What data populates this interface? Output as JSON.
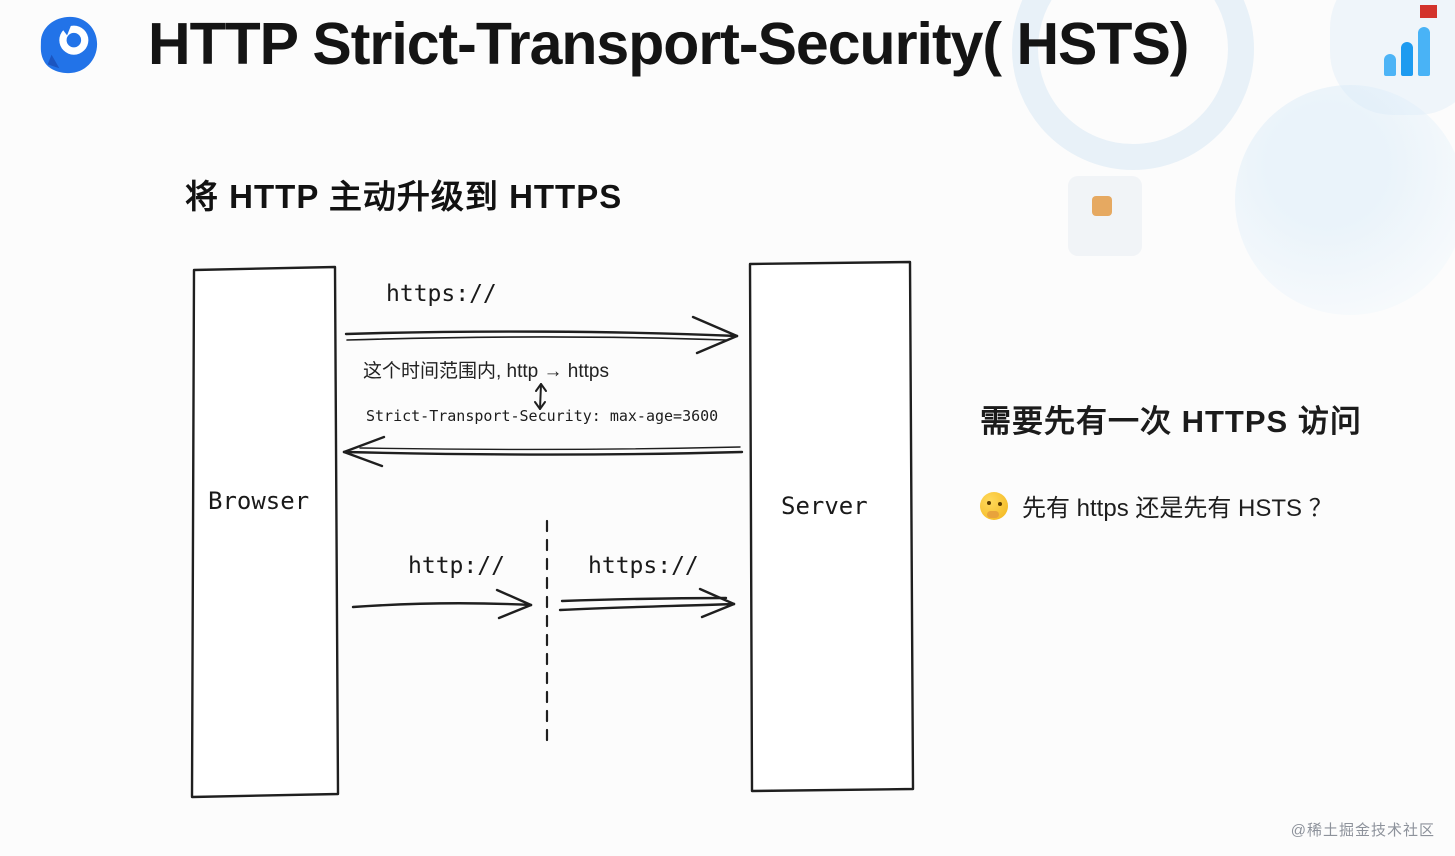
{
  "header": {
    "title": "HTTP Strict-Transport-Security( HSTS)",
    "logo_icon": "browser-logo",
    "chart_icon": "bar-chart"
  },
  "diagram": {
    "subtitle": "将 HTTP 主动升级到 HTTPS",
    "browser_label": "Browser",
    "server_label": "Server",
    "request_label": "https://",
    "note_line1": "这个时间范围内, http → https",
    "note_line2": "Strict-Transport-Security: max-age=3600",
    "http_label": "http://",
    "https_label": "https://"
  },
  "aside": {
    "heading": "需要先有一次 HTTPS 访问",
    "question": "先有 https 还是先有 HSTS ？"
  },
  "footer": {
    "watermark": "@稀土掘金技术社区"
  },
  "colors": {
    "title_ink": "#141414",
    "line_ink": "#1f1f1f",
    "logo_blue": "#2273e8",
    "bars_blue": "#49b3f6",
    "watermark_gray": "#8d929b",
    "red_mark": "#d3332c"
  }
}
